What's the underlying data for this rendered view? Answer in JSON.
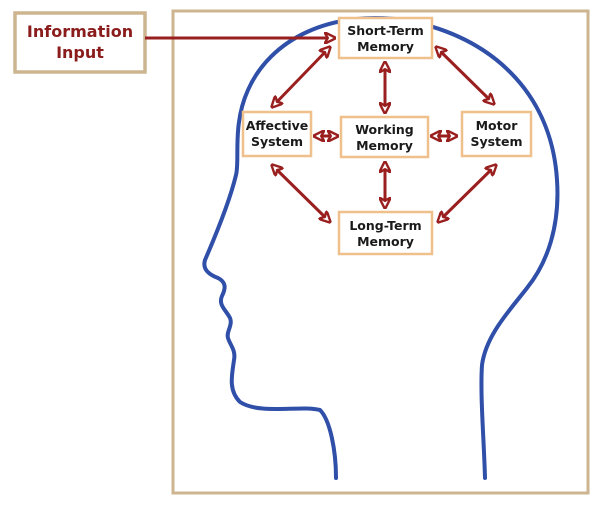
{
  "info_input": {
    "line1": "Information",
    "line2": "Input"
  },
  "boxes": {
    "short_term": {
      "line1": "Short-Term",
      "line2": "Memory"
    },
    "affective": {
      "line1": "Affective",
      "line2": "System"
    },
    "working": {
      "line1": "Working",
      "line2": "Memory"
    },
    "motor": {
      "line1": "Motor",
      "line2": "System"
    },
    "long_term": {
      "line1": "Long-Term",
      "line2": "Memory"
    }
  },
  "colors": {
    "arrow": "#9a1f1f",
    "head_outline": "#2f4fa8",
    "box_border": "#f0c08c",
    "frame": "#cdb590",
    "info_text": "#8a1c1c"
  }
}
